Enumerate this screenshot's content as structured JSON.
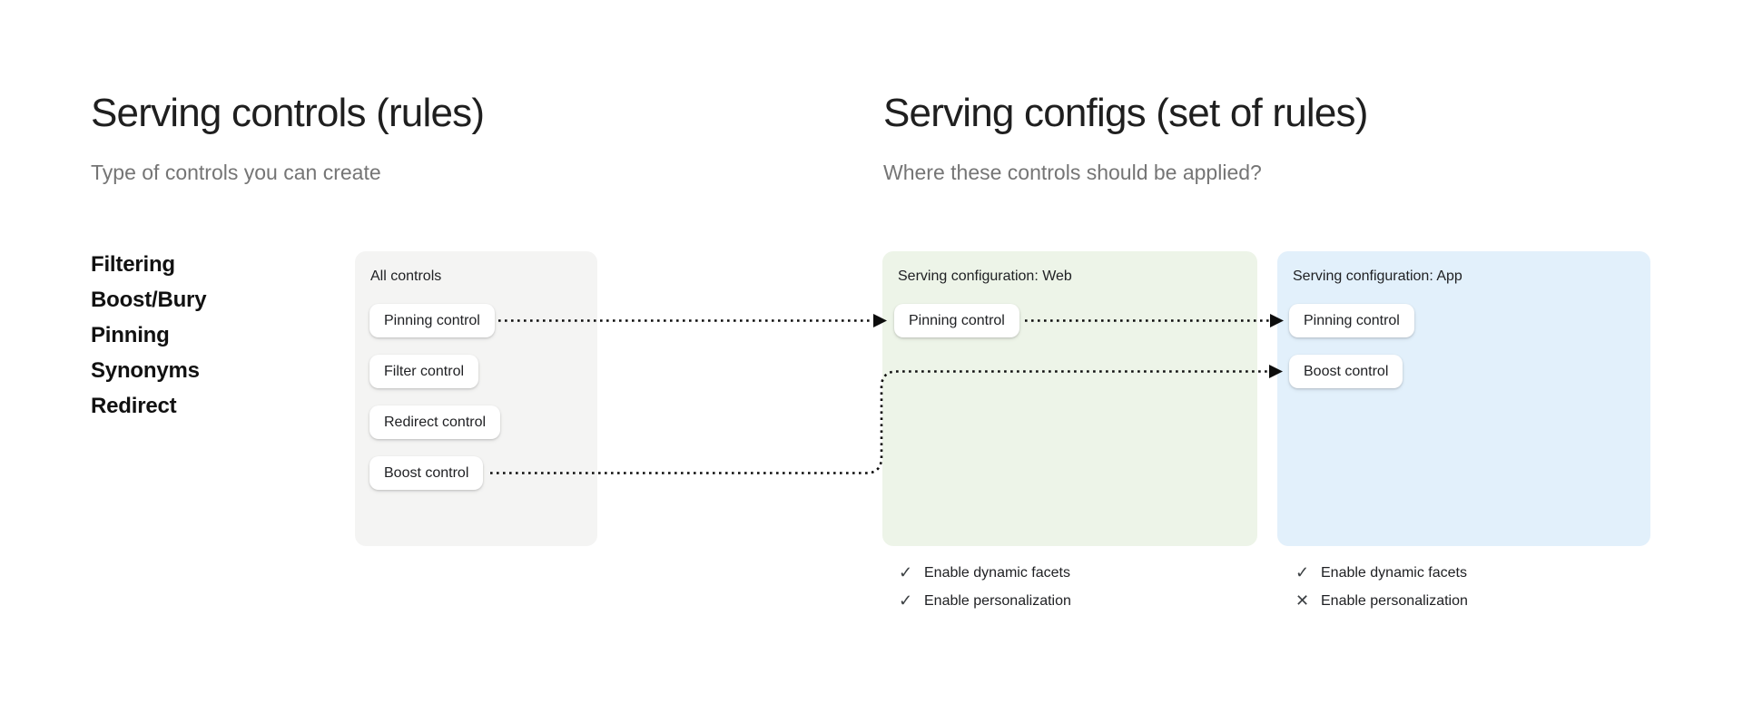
{
  "colors": {
    "background": "#ffffff",
    "all_controls_card_bg": "#f4f4f3",
    "web_card_bg": "#edf4e8",
    "app_card_bg": "#e2f0fb",
    "heading_text": "#1f1f1f",
    "subtitle_text": "#757575",
    "arrow": "#0d0d0d"
  },
  "left_section": {
    "title": "Serving controls (rules)",
    "subtitle": "Type of controls you can create",
    "control_types": [
      "Filtering",
      "Boost/Bury",
      "Pinning",
      "Synonyms",
      "Redirect"
    ]
  },
  "right_section": {
    "title": "Serving configs (set of rules)",
    "subtitle": "Where these controls should be applied?"
  },
  "cards": {
    "all_controls": {
      "title": "All controls",
      "controls": [
        "Pinning control",
        "Filter control",
        "Redirect control",
        "Boost control"
      ]
    },
    "web": {
      "title": "Serving configuration: Web",
      "controls": [
        "Pinning control"
      ],
      "features": [
        {
          "label": "Enable dynamic facets",
          "enabled": true
        },
        {
          "label": "Enable personalization",
          "enabled": true
        }
      ]
    },
    "app": {
      "title": "Serving configuration: App",
      "controls": [
        "Pinning control",
        "Boost control"
      ],
      "features": [
        {
          "label": "Enable dynamic facets",
          "enabled": true
        },
        {
          "label": "Enable personalization",
          "enabled": false
        }
      ]
    }
  },
  "icons": {
    "check": "✓",
    "cross": "✕"
  }
}
